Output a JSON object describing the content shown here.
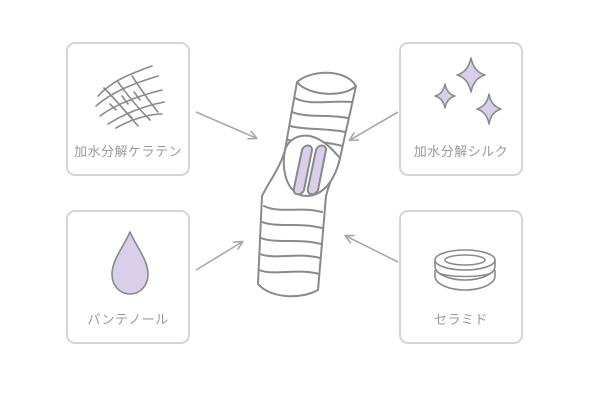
{
  "ingredients": {
    "keratin": {
      "label": "加水分解ケラテン",
      "icon": "fiber-icon"
    },
    "silk": {
      "label": "加水分解シルク",
      "icon": "sparkle-icon"
    },
    "panthenol": {
      "label": "パンテノール",
      "icon": "droplet-icon"
    },
    "ceramide": {
      "label": "セラミド",
      "icon": "ceramide-disc-icon"
    }
  },
  "center": {
    "icon": "hair-strand-icon"
  },
  "colors": {
    "border": "#d5d5d5",
    "line": "#8a8a8a",
    "accent": "#d9cfe9",
    "arrow": "#a8a8a8",
    "text": "#9a9a9a"
  }
}
